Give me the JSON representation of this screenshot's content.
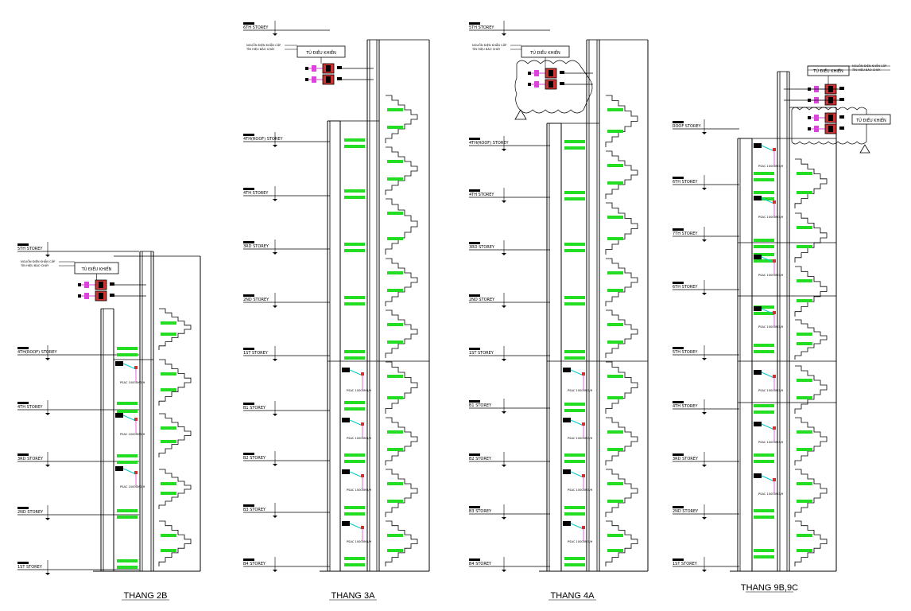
{
  "shafts": [
    {
      "title": "THANG 2B",
      "panel_label": "TỦ ĐIỀU KHIỂN",
      "note_lines": [
        "NGUỒN ĐIỆN KHẨN CẤP",
        "TÍN HIỆU BÁO CHÁY"
      ],
      "floors": [
        "5TH STOREY",
        "4TH(ROOF) STOREY",
        "4TH STOREY",
        "3RD STOREY",
        "2ND STOREY",
        "1ST STOREY"
      ],
      "fans": [
        "PSAC 10000M3/H 330PA 2.2KW",
        "PSAC 10000M3/H 330PA 2.2KW",
        "PSAC 10000M3/H 330PA 2.2KW"
      ]
    },
    {
      "title": "THANG 3A",
      "panel_label": "TỦ ĐIỀU KHIỂN",
      "note_lines": [
        "NGUỒN ĐIỆN KHẨN CẤP",
        "TÍN HIỆU BÁO CHÁY"
      ],
      "floors": [
        "6TH STOREY",
        "4TH(ROOF) STOREY",
        "4TH STOREY",
        "3RD STOREY",
        "2ND STOREY",
        "1ST STOREY",
        "B1 STOREY",
        "B2 STOREY",
        "B3 STOREY",
        "B4 STOREY"
      ],
      "fans": [
        "PSAC 10000M3/H 330PA 2.2KW",
        "PSAC 10000M3/H 330PA 2.2KW",
        "PSAC 10000M3/H 330PA 2.2KW",
        "PSAC 10000M3/H 330PA 2.2KW"
      ]
    },
    {
      "title": "THANG 4A",
      "panel_label": "TỦ ĐIỀU KHIỂN",
      "note_lines": [
        "NGUỒN ĐIỆN KHẨN CẤP",
        "TÍN HIỆU BÁO CHÁY"
      ],
      "floors": [
        "5TH STOREY",
        "4TH(ROOF) STOREY",
        "4TH STOREY",
        "3RD STOREY",
        "2ND STOREY",
        "1ST STOREY",
        "B1 STOREY",
        "B2 STOREY",
        "B3 STOREY",
        "B4 STOREY"
      ],
      "fans": [
        "PSAC 10000M3/H 330PA 2.2KW",
        "PSAC 10000M3/H 330PA 2.2KW",
        "PSAC 10000M3/H 330PA 2.2KW",
        "PSAC 10000M3/H 330PA 2.2KW"
      ]
    },
    {
      "title": "THANG 9B,9C",
      "panel_label": "TỦ ĐIỀU KHIỂN",
      "note_lines": [
        "NGUỒN ĐIỆN KHẨN CẤP",
        "TÍN HIỆU BÁO CHÁY"
      ],
      "floors": [
        "ROOF STOREY",
        "6TH STOREY",
        "7TH STOREY",
        "6TH STOREY",
        "5TH STOREY",
        "4TH STOREY",
        "3RD STOREY",
        "2ND STOREY",
        "1ST STOREY"
      ],
      "fans": [
        "PSAC 10000M3/H 330PA 2.2KW",
        "PSAC 10000M3/H 330PA 2.2KW",
        "PSAC 10000M3/H 330PA 2.2KW",
        "PSAC 10000M3/H 330PA 2.2KW",
        "PSAC 10000M3/H 330PA 2.2KW",
        "PSAC 10000M3/H 330PA 2.2KW",
        "PSAC 10000M3/H 330PA 2.2KW"
      ]
    }
  ],
  "colors": {
    "line": "#000000",
    "damper": "#22dd22",
    "fan_body": "#cc3333",
    "pipe": "#dd44dd",
    "accent": "#00cccc"
  }
}
